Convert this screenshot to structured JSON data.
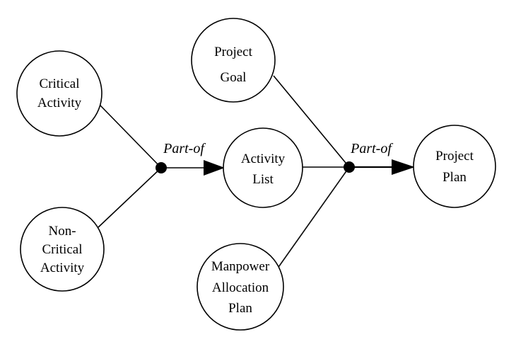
{
  "diagram": {
    "nodes": [
      {
        "id": "critical-activity",
        "lines": [
          "Critical",
          "Activity"
        ]
      },
      {
        "id": "non-critical-activity",
        "lines": [
          "Non-",
          "Critical",
          "Activity"
        ]
      },
      {
        "id": "project-goal",
        "lines": [
          "Project",
          "Goal"
        ]
      },
      {
        "id": "activity-list",
        "lines": [
          "Activity",
          "List"
        ]
      },
      {
        "id": "manpower-allocation-plan",
        "lines": [
          "Manpower",
          "Allocation",
          "Plan"
        ]
      },
      {
        "id": "project-plan",
        "lines": [
          "Project",
          "Plan"
        ]
      }
    ],
    "junctions": [
      {
        "id": "junction-1",
        "label": "Part-of",
        "inputs": [
          "critical-activity",
          "non-critical-activity"
        ],
        "output": "activity-list"
      },
      {
        "id": "junction-2",
        "label": "Part-of",
        "inputs": [
          "project-goal",
          "activity-list",
          "manpower-allocation-plan"
        ],
        "output": "project-plan"
      }
    ],
    "colors": {
      "stroke": "#000000",
      "fill": "#ffffff"
    }
  }
}
